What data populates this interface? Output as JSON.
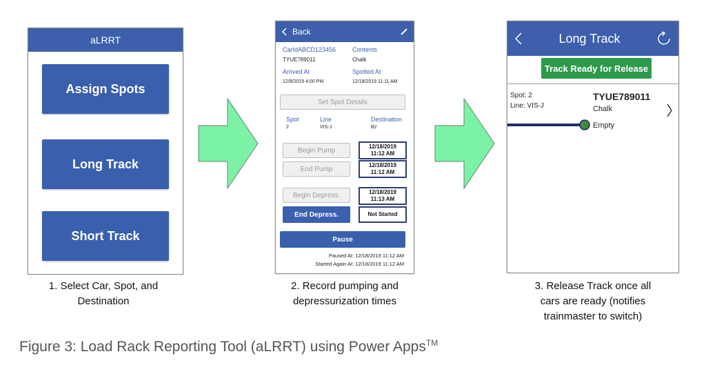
{
  "screen1": {
    "title": "aLRRT",
    "buttons": [
      "Assign Spots",
      "Long Track",
      "Short Track"
    ]
  },
  "screen2": {
    "back_label": "Back",
    "car_id_label": "CarIdABCD123456",
    "car_id_value": "TYUE789011",
    "contents_label": "Contents",
    "contents_value": "Chalk",
    "arrived_label": "Arrived At",
    "arrived_value": "12/8/2019 4:00 PM",
    "spotted_label": "Spotted At",
    "spotted_value": "12/18/2019 11:11 AM",
    "set_spot_button": "Set Spot Details",
    "spot_label": "Spot",
    "spot_value": "2",
    "line_label": "Line",
    "line_value": "VIS-J",
    "destination_label": "Destination",
    "destination_value": "B2",
    "begin_pump": "Begin Pump",
    "begin_pump_time_date": "12/18/2019",
    "begin_pump_time_clock": "11:12 AM",
    "end_pump": "End Pump",
    "end_pump_time_date": "12/18/2019",
    "end_pump_time_clock": "11:12 AM",
    "begin_depress": "Begin Depress.",
    "begin_depress_time_date": "12/18/2019",
    "begin_depress_time_clock": "11:13 AM",
    "end_depress": "End Depress.",
    "end_depress_status": "Not Started",
    "pause_button": "Pause",
    "paused_at": "Paused At: 12/18/2019 11:12 AM",
    "started_again_at": "Started Again At: 12/18/2019 11:12 AM"
  },
  "screen3": {
    "title": "Long Track",
    "release_button": "Track Ready for Release",
    "spot": "Spot: 2",
    "line": "Line: VIS-J",
    "car_id": "TYUE789011",
    "contents": "Chalk",
    "status": "Empty"
  },
  "captions": {
    "step1_line1": "1. Select Car, Spot, and",
    "step1_line2": "Destination",
    "step2_line1": "2. Record pumping and",
    "step2_line2": "depressurization times",
    "step3_line1": "3. Release Track once all",
    "step3_line2": "cars are ready (notifies",
    "step3_line3": "trainmaster to switch)"
  },
  "figure_caption": "Figure 3:  Load Rack Reporting Tool (aLRRT) using Power Apps",
  "figure_caption_tm": "TM",
  "icons": [
    "chevron-left-icon",
    "pencil-icon",
    "refresh-icon",
    "chevron-right-icon"
  ],
  "colors": {
    "header_blue": "#3d5fac",
    "button_blue": "#3a5fad",
    "release_green": "#2c9a4a",
    "arrow_green": "#7cf2a6",
    "progress_dark": "#1f2e6b",
    "progress_dot": "#3f8a3f"
  }
}
